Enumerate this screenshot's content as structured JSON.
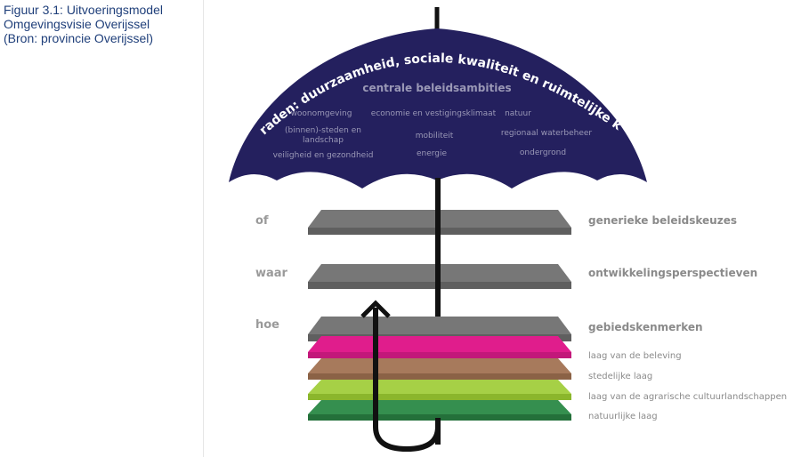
{
  "caption": {
    "line1": "Figuur 3.1: Uitvoeringsmodel",
    "line2": "Omgevingsvisie Overijssel",
    "line3": "(Bron: provincie Overijssel)"
  },
  "umbrella": {
    "arc_text": "rode draden: duurzaamheid, sociale kwaliteit en ruimtelijke kwaliteit",
    "center_title": "centrale beleidsambities",
    "ambitions": {
      "woonomgeving": "woonomgeving",
      "economie": "economie en vestigingsklimaat",
      "natuur": "natuur",
      "binnensteden_1": "(binnen)-steden en",
      "binnensteden_2": "landschap",
      "mobiliteit": "mobiliteit",
      "waterbeheer": "regionaal waterbeheer",
      "veiligheid": "veiligheid en gezondheid",
      "energie": "energie",
      "ondergrond": "ondergrond"
    },
    "colors": {
      "canopy": "#24205e",
      "ambition_text": "#9a98b6",
      "arc_text": "#ffffff",
      "handle": "#111111"
    }
  },
  "left_labels": {
    "of": "of",
    "waar": "waar",
    "hoe": "hoe"
  },
  "right_labels": {
    "generiek": "generieke beleidskeuzes",
    "ontwikkeling": "ontwikkelingsperspectieven",
    "gebied": "gebiedskenmerken"
  },
  "layers": {
    "beleving": "laag van de beleving",
    "stedelijk": "stedelijke laag",
    "agrarisch": "laag van de agrarische cultuurlandschappen",
    "natuurlijk": "natuurlijke laag"
  },
  "layer_colors": {
    "grey": "#6f6f6f",
    "beleving": "#e01d8c",
    "stedelijk": "#9c7154",
    "agrarisch": "#9dc93b",
    "natuurlijk": "#2f8a4a"
  }
}
